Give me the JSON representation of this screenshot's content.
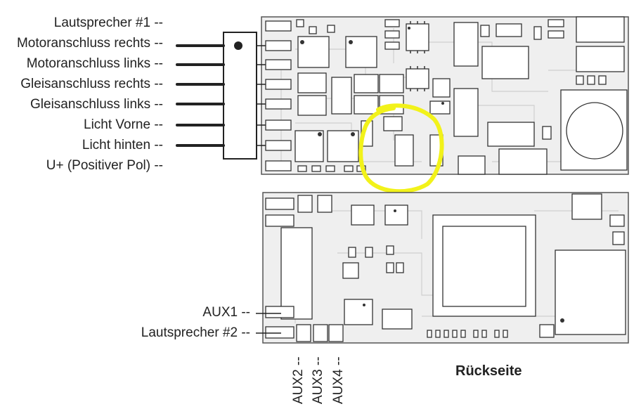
{
  "front_labels": [
    "Lautsprecher #1 --",
    "Motoranschluss rechts --",
    "Motoranschluss links --",
    "Gleisanschluss rechts --",
    "Gleisanschluss links --",
    "Licht Vorne --",
    "Licht hinten --",
    "U+ (Positiver Pol) --"
  ],
  "back_labels": {
    "aux1": "AUX1 --",
    "speaker2": "Lautsprecher #2 --",
    "aux2": "AUX2 --",
    "aux3": "AUX3 --",
    "aux4": "AUX4 --"
  },
  "back_side_title": "Rückseite",
  "colors": {
    "board_fill": "#eeeeee",
    "outline": "#222222",
    "highlight": "#f2f21a"
  }
}
